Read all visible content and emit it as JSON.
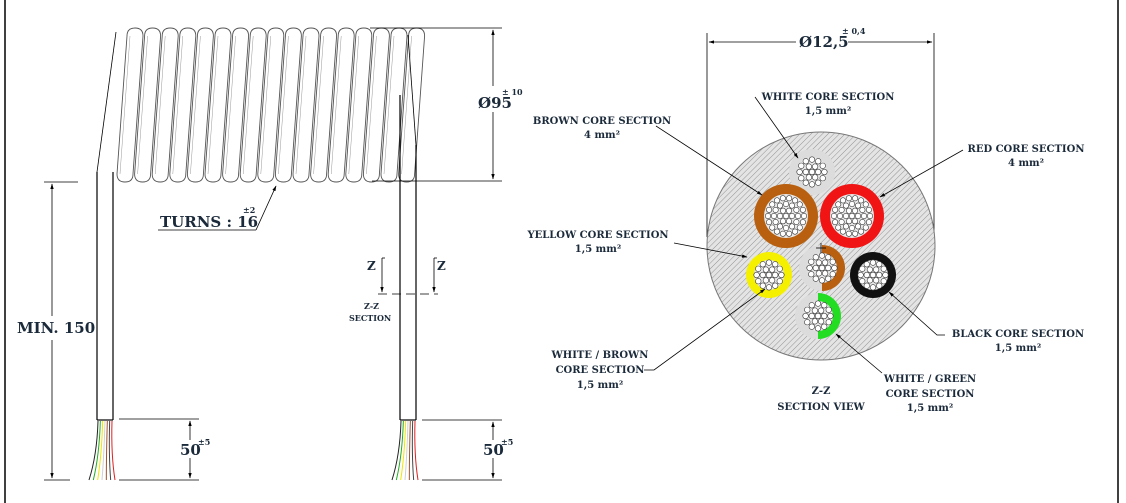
{
  "coil_view": {
    "diameter": {
      "value": "Ø95",
      "tolerance": "± 10"
    },
    "turns": {
      "label": "TURNS : 16",
      "tolerance": "±2",
      "count": 16
    },
    "min_length": "MIN. 150",
    "strip_length_left": {
      "value": "50",
      "tolerance": "±5"
    },
    "strip_length_right": {
      "value": "50",
      "tolerance": "±5"
    },
    "section_marker": {
      "left": "Z",
      "right": "Z",
      "caption_line1": "Z-Z",
      "caption_line2": "SECTION"
    },
    "wire_colors": [
      "#222222",
      "#22aa22",
      "#f2e600",
      "#d0d0d0",
      "#a0522d",
      "#444444",
      "#e02020"
    ]
  },
  "section_view": {
    "outer_diameter": {
      "value": "Ø12,5",
      "tolerance": "± 0,4"
    },
    "title_line1": "Z-Z",
    "title_line2": "SECTION VIEW",
    "cores": [
      {
        "id": "white",
        "name_line1": "WHITE CORE SECTION",
        "name_line2": "",
        "area": "1,5 mm²",
        "color": "#dcdcdc",
        "color2": ""
      },
      {
        "id": "brown",
        "name_line1": "BROWN CORE SECTION",
        "name_line2": "",
        "area": "4 mm²",
        "color": "#b8600f",
        "color2": ""
      },
      {
        "id": "red",
        "name_line1": "RED CORE SECTION",
        "name_line2": "",
        "area": "4 mm²",
        "color": "#f01414",
        "color2": ""
      },
      {
        "id": "yellow",
        "name_line1": "YELLOW CORE SECTION",
        "name_line2": "",
        "area": "1,5 mm²",
        "color": "#f5f000",
        "color2": ""
      },
      {
        "id": "white-brown",
        "name_line1": "WHITE / BROWN",
        "name_line2": "CORE SECTION",
        "area": "1,5 mm²",
        "color": "#dcdcdc",
        "color2": "#b8600f"
      },
      {
        "id": "black",
        "name_line1": "BLACK CORE SECTION",
        "name_line2": "",
        "area": "1,5 mm²",
        "color": "#111111",
        "color2": ""
      },
      {
        "id": "white-green",
        "name_line1": "WHITE / GREEN",
        "name_line2": "CORE SECTION",
        "area": "1,5 mm²",
        "color": "#dcdcdc",
        "color2": "#22dd22"
      }
    ]
  }
}
